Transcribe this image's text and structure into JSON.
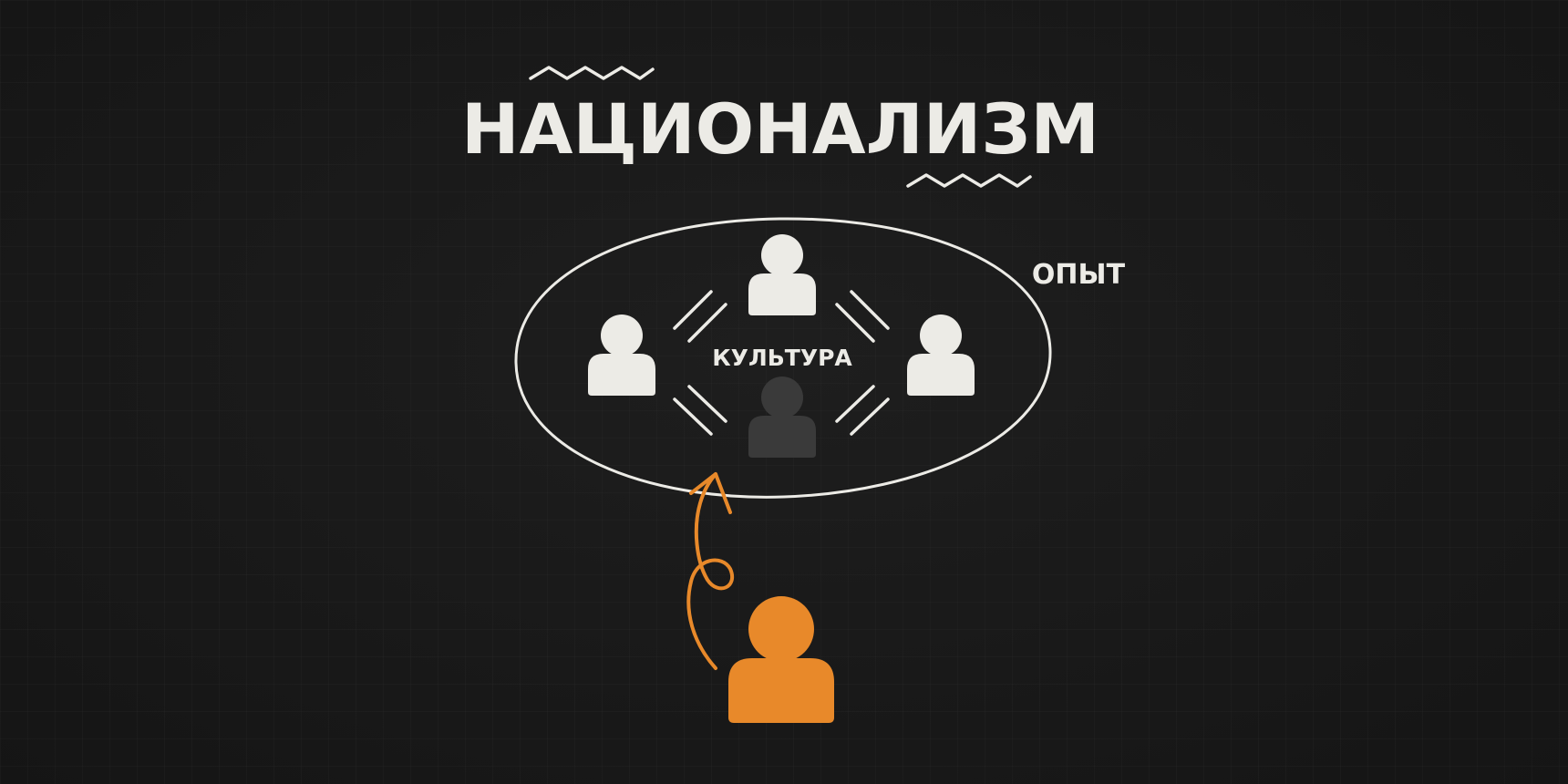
{
  "title": "НАЦИОНАЛИЗМ",
  "labels": {
    "center": "КУЛЬТУРА",
    "outside": "ОПЫТ"
  },
  "colors": {
    "background": "#1a1a1a",
    "chalk": "#ecebe6",
    "accent": "#e8892a",
    "dim": "#3a3a3a"
  },
  "icons": {
    "group_member": "person-icon",
    "newcomer": "person-icon",
    "arrow": "curly-arrow-icon",
    "decor": "zigzag-icon"
  }
}
